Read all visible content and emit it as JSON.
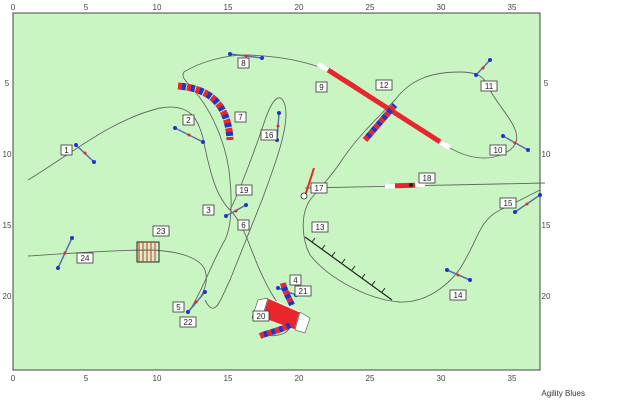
{
  "course": {
    "background": "#c9f5c2",
    "border": "#444444",
    "x_ticks": [
      "0",
      "5",
      "10",
      "15",
      "20",
      "25",
      "30",
      "35"
    ],
    "y_ticks": [
      "5",
      "10",
      "15",
      "20"
    ],
    "labels": [
      "1",
      "2",
      "3",
      "4",
      "5",
      "6",
      "7",
      "8",
      "9",
      "10",
      "11",
      "12",
      "13",
      "14",
      "15",
      "16",
      "17",
      "18",
      "19",
      "20",
      "21",
      "22",
      "23",
      "24"
    ],
    "footer": "Agility Blues"
  },
  "colors": {
    "red": "#e8262b",
    "blue": "#2233cc",
    "white": "#ffffff",
    "jump_bar": "#5b6ea8"
  }
}
